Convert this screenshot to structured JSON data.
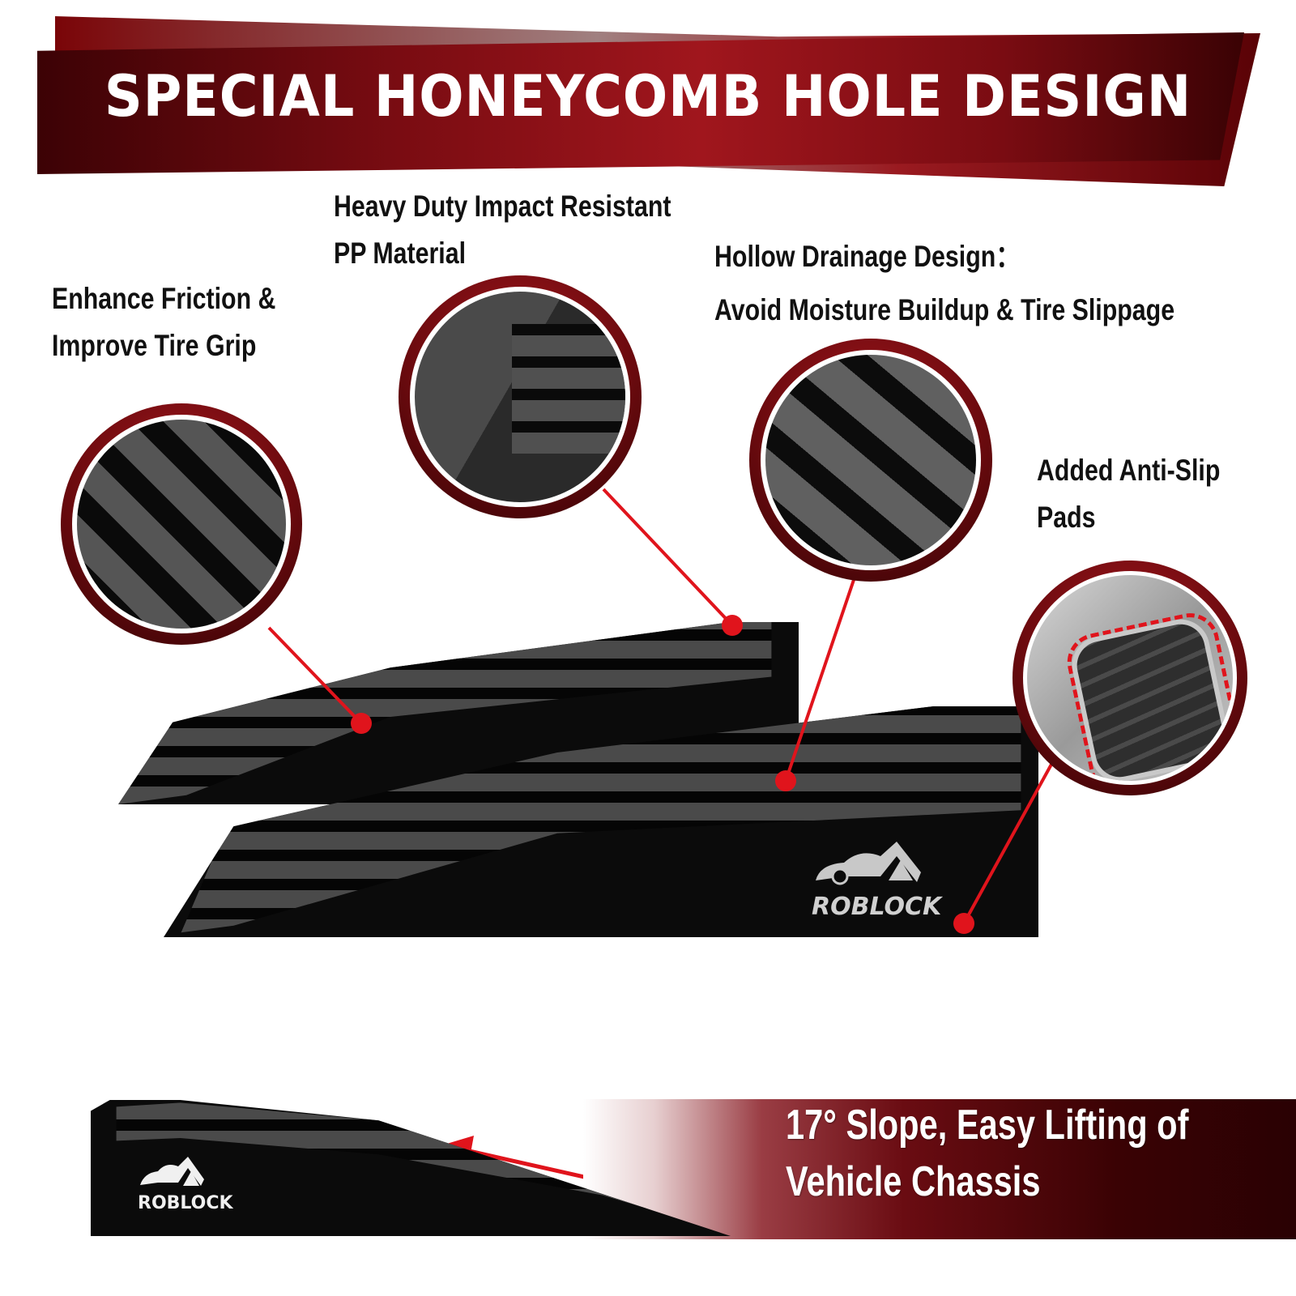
{
  "header": {
    "title": "SPECIAL HONEYCOMB HOLE DESIGN"
  },
  "features": [
    {
      "id": "friction",
      "lines": [
        "Enhance Friction &",
        "Improve Tire Grip"
      ]
    },
    {
      "id": "material",
      "lines": [
        "Heavy Duty Impact Resistant",
        "PP Material"
      ]
    },
    {
      "id": "drainage",
      "lines": [
        "Hollow Drainage Design：",
        "Avoid Moisture Buildup & Tire Slippage"
      ]
    },
    {
      "id": "antislip",
      "lines": [
        "Added Anti-Slip",
        "Pads"
      ]
    }
  ],
  "brand": {
    "logo_text": "ROBLOCK",
    "logo_icon": "car-mountain-logo-icon"
  },
  "bottom": {
    "lines": [
      "17° Slope, Easy Lifting of",
      "Vehicle Chassis"
    ]
  },
  "colors": {
    "accent_red": "#e0141c",
    "banner_dark": "#3c0205",
    "banner_mid": "#a0161d",
    "ramp_black": "#0b0b0b",
    "text_dark": "#111111"
  }
}
